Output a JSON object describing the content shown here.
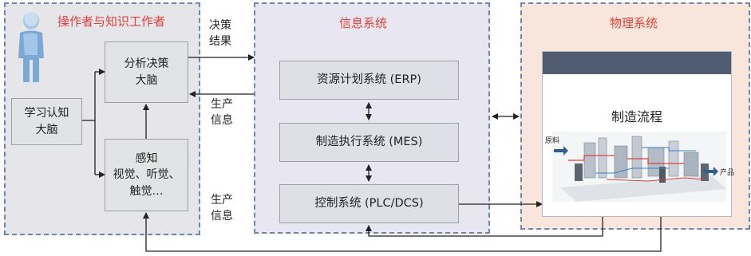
{
  "panels": {
    "operator": {
      "title": "操作者与知识工作者"
    },
    "info": {
      "title": "信息系统"
    },
    "physical": {
      "title": "物理系统"
    }
  },
  "operator_boxes": {
    "analysis": "分析决策\n大脑",
    "learning": "学习认知\n大脑",
    "perception": "感知\n视觉、听觉、\n触觉…"
  },
  "info_boxes": {
    "erp": "资源计划系统 (ERP)",
    "mes": "制造执行系统 (MES)",
    "control": "控制系统 (PLC/DCS)"
  },
  "arrow_labels": {
    "decision": "决策\n结果",
    "production_top": "生产\n信息",
    "production_bottom": "生产\n信息"
  },
  "process": {
    "title": "制造流程",
    "input": "原料",
    "output": "产品"
  },
  "colors": {
    "title_red": "#e0413a",
    "dashed_border": "#6f86ad",
    "operator_bg": "#e5e5ea",
    "info_bg": "#e8e6f1",
    "physical_bg": "#f8e6dc"
  }
}
